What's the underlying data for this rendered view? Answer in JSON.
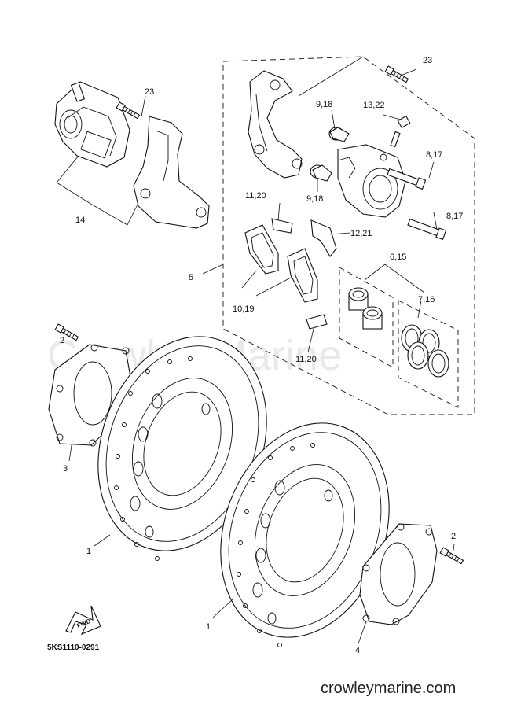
{
  "watermark": "Crowley Marine",
  "footer_url": "crowleymarine.com",
  "diagram_code": "5KS1110-0291",
  "fwd_label": "FWD",
  "callouts": {
    "c1a": "1",
    "c1b": "1",
    "c2a": "2",
    "c2b": "2",
    "c3": "3",
    "c4": "4",
    "c5": "5",
    "c6_15": "6,15",
    "c7_16": "7,16",
    "c8_17a": "8,17",
    "c8_17b": "8,17",
    "c9_18a": "9,18",
    "c9_18b": "9,18",
    "c10_19": "10,19",
    "c11_20a": "11,20",
    "c11_20b": "11,20",
    "c12_21": "12,21",
    "c13_22": "13,22",
    "c14": "14",
    "c23a": "23",
    "c23b": "23"
  }
}
